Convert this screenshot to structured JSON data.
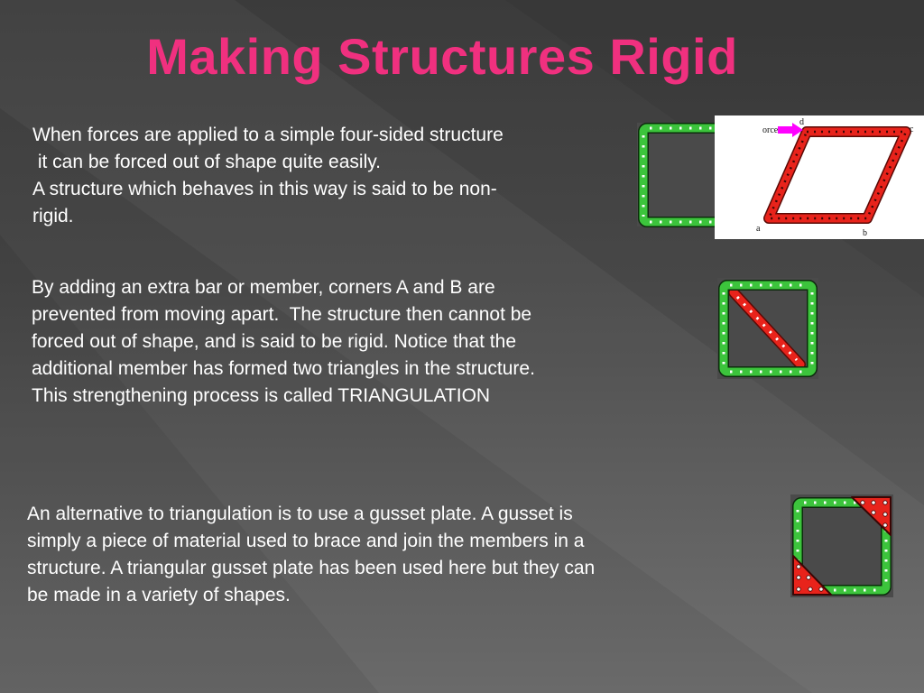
{
  "slide": {
    "title": "Making Structures Rigid",
    "paragraphs": [
      {
        "lines": [
          "When forces are applied to a simple four-sided structure",
          " it can be forced out of shape quite easily.",
          "A structure which behaves in this way is said to be non-",
          "rigid."
        ]
      },
      {
        "lines": [
          "By adding an extra bar or member, corners A and B are",
          "prevented from moving apart.  The structure then cannot be",
          "forced out of shape, and is said to be rigid. Notice that the",
          "additional member has formed two triangles in the structure.",
          "This strengthening process is called TRIANGULATION"
        ]
      },
      {
        "lines": [
          "An alternative to triangulation is to use a gusset plate. A gusset is",
          "simply a piece of material used to brace and join the members in a",
          "structure. A triangular gusset plate has been used here but they can",
          "be made in a variety of shapes."
        ]
      }
    ]
  },
  "diagram": {
    "force_label": "orce",
    "corner_labels": {
      "a": "a",
      "b": "b",
      "c": "c",
      "d": "d"
    }
  },
  "colors": {
    "title": "#f0307f",
    "frame_green": "#3cc43c",
    "member_red": "#e8231b",
    "force_arrow": "#ff00ff"
  }
}
